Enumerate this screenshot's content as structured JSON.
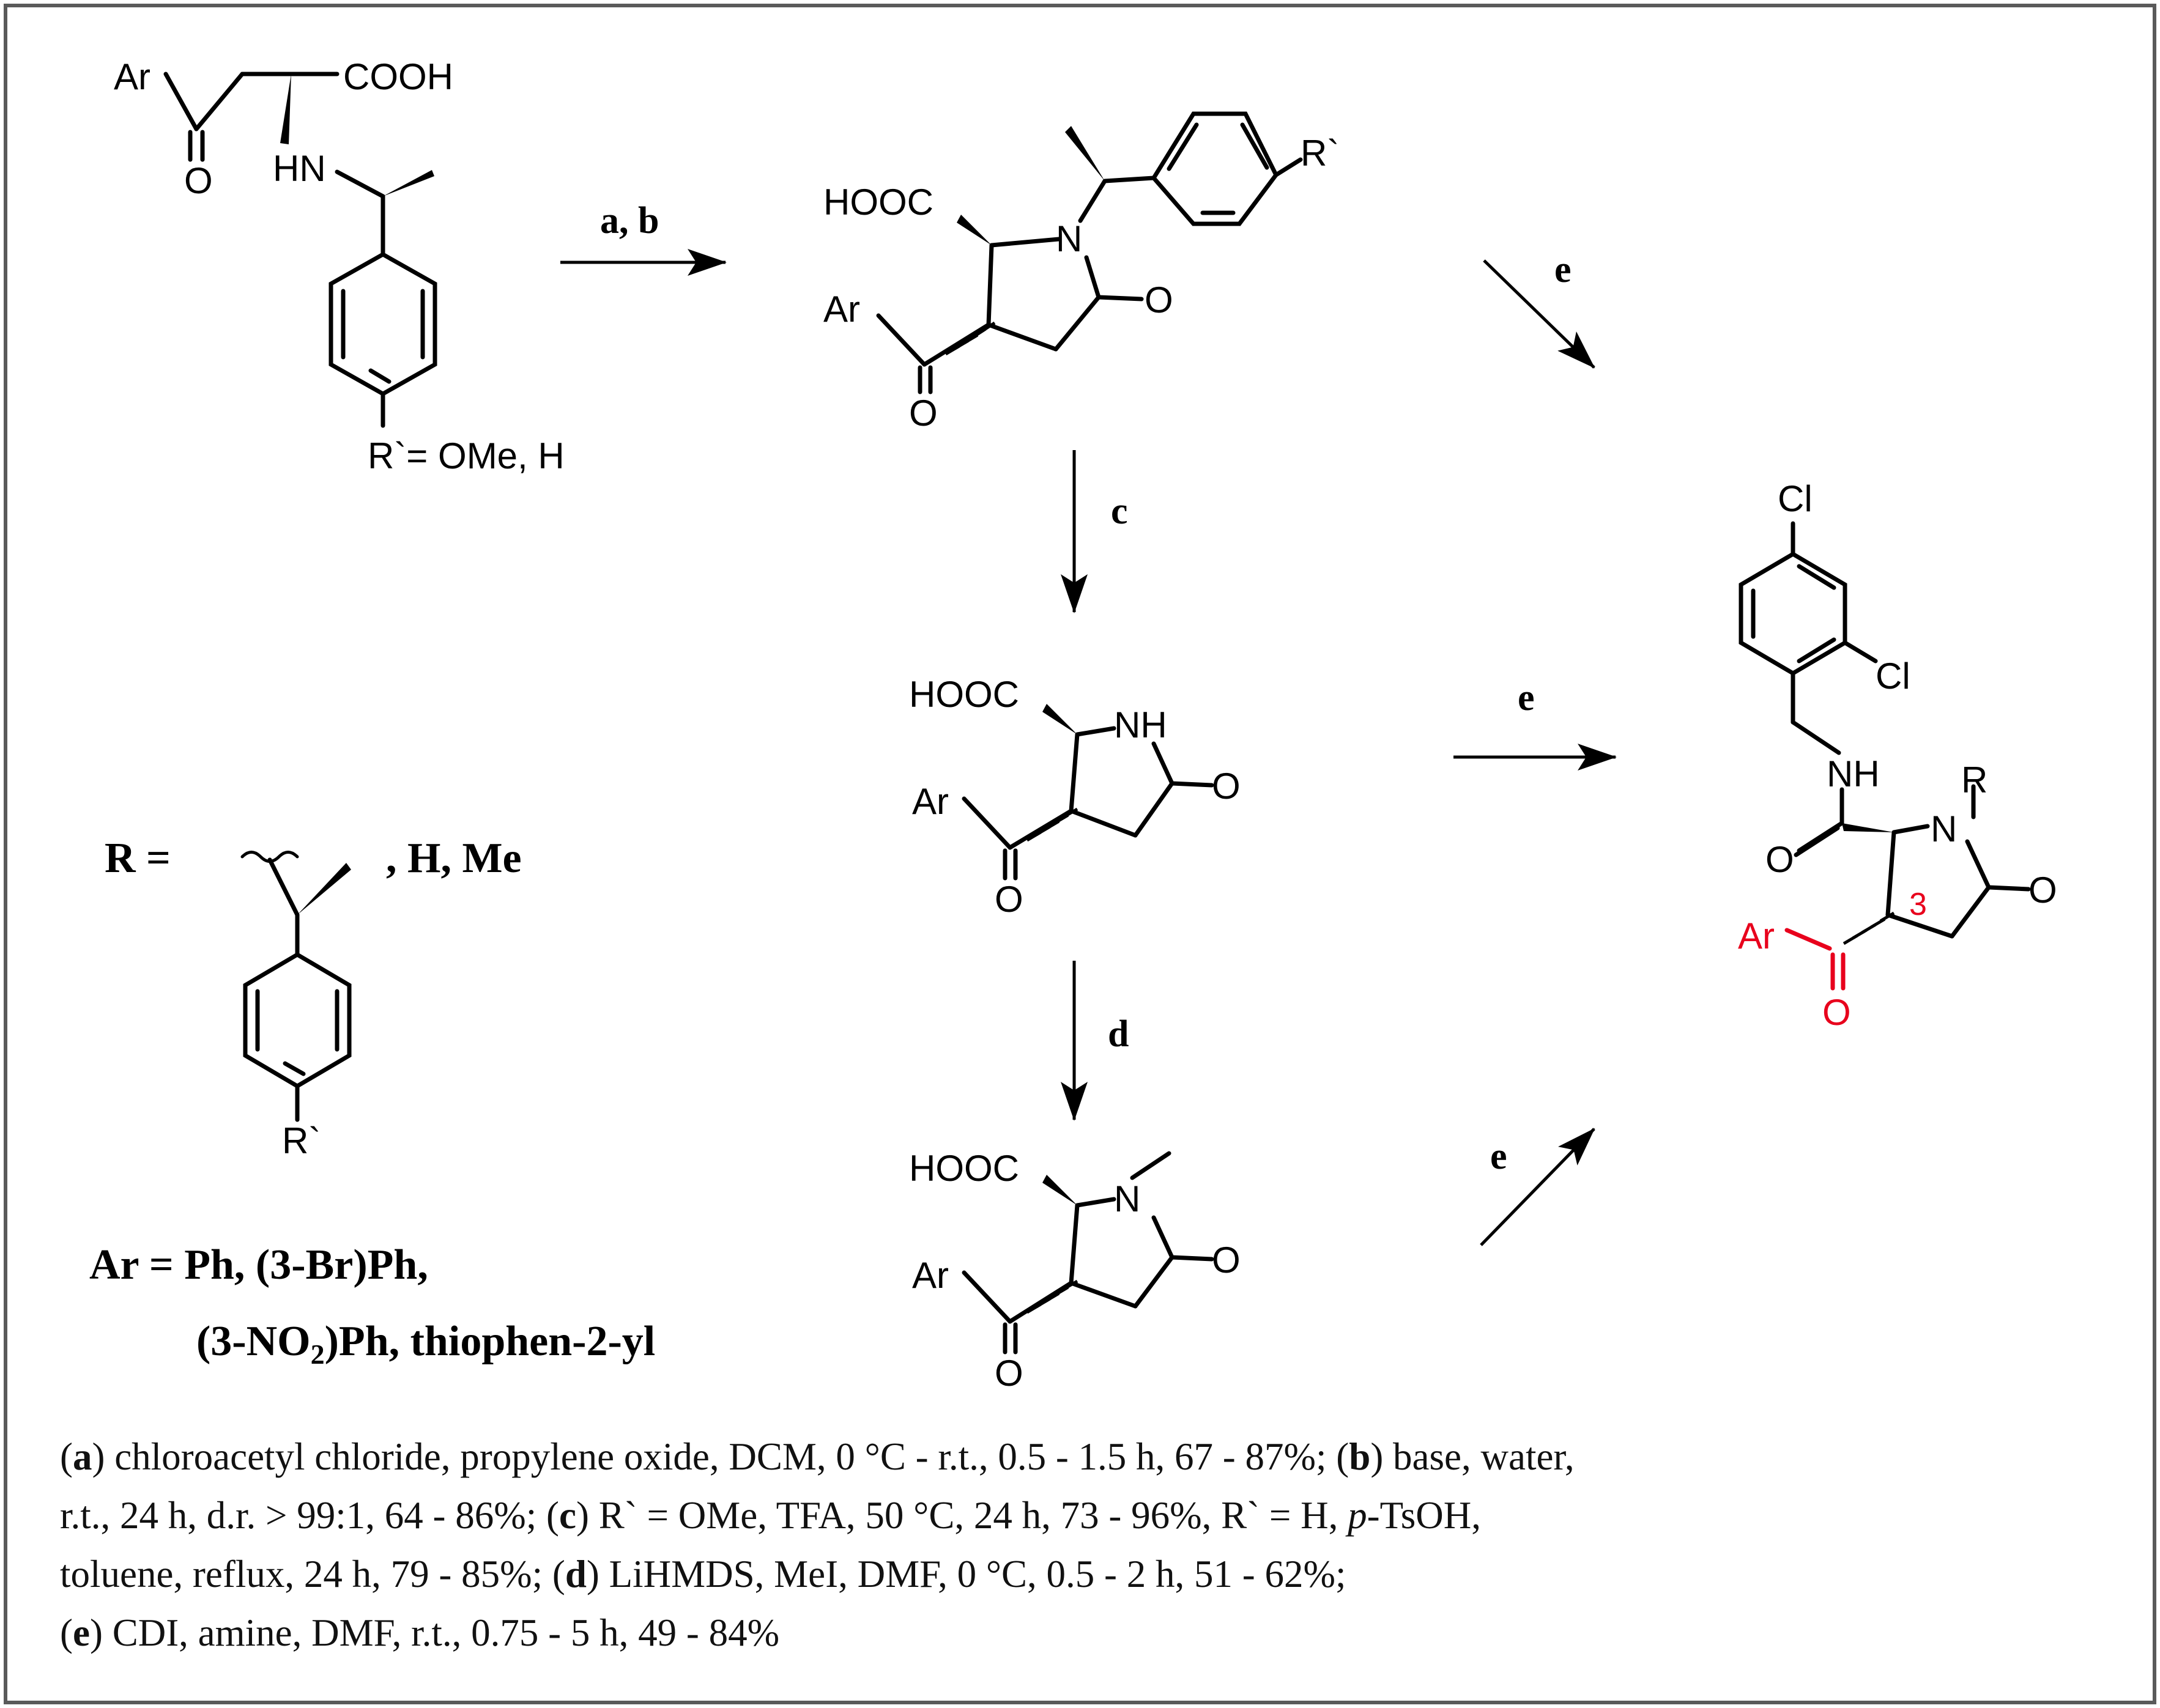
{
  "colors": {
    "frame": "#5a5a5a",
    "bond": "#000000",
    "highlight": "#e8001c"
  },
  "compounds": {
    "start": {
      "ar": "Ar",
      "acid": "COOH",
      "amine": "HN",
      "carbonyl_o": "O",
      "substituent": "R`= OMe, H"
    },
    "lactam_protected": {
      "acid": "HOOC",
      "ring_n": "N",
      "lactam_o": "O",
      "ar": "Ar",
      "ketone_o": "O",
      "substituent": "R`"
    },
    "lactam_nh": {
      "acid": "HOOC",
      "ring_nh": "NH",
      "lactam_o": "O",
      "ar": "Ar",
      "ketone_o": "O"
    },
    "lactam_nme": {
      "acid": "HOOC",
      "ring_n": "N",
      "lactam_o": "O",
      "ar": "Ar",
      "ketone_o": "O"
    },
    "product": {
      "cl_top": "Cl",
      "cl_side": "Cl",
      "amide_nh": "NH",
      "r": "R",
      "ring_n": "N",
      "amide_o": "O",
      "lactam_o": "O",
      "position": "3",
      "ar": "Ar",
      "ketone_o": "O"
    }
  },
  "arrows": {
    "ab": "a, b",
    "c": "c",
    "d": "d",
    "e1": "e",
    "e2": "e",
    "e3": "e"
  },
  "definitions": {
    "r_label": "R =",
    "r_tail": ", H, Me",
    "r_sub": "R`",
    "ar_line1": "Ar = Ph, (3-Br)Ph,",
    "ar_line2_a": "(3-NO",
    "ar_line2_sub": "2",
    "ar_line2_b": ")Ph, thiophen-2-yl"
  },
  "conditions": {
    "a_key": "a",
    "a_text": "chloroacetyl chloride, propylene oxide, DCM, 0 °C - r.t., 0.5 - 1.5 h, 67 - 87%;",
    "b_key": "b",
    "b_text": "base, water,",
    "b_text2": "r.t., 24 h, d.r. > 99:1, 64 - 86%;",
    "c_key": "c",
    "c_text": "R` = OMe, TFA, 50 °C, 24 h, 73 - 96%, R` = H,",
    "c_italic": "p",
    "c_text2": "-TsOH,",
    "c_text3": "toluene, reflux, 24 h, 79 - 85%;",
    "d_key": "d",
    "d_text": "LiHMDS, MeI, DMF, 0 °C, 0.5 - 2 h, 51 - 62%;",
    "e_key": "e",
    "e_text": "CDI, amine, DMF, r.t., 0.75 - 5 h, 49 - 84%"
  }
}
